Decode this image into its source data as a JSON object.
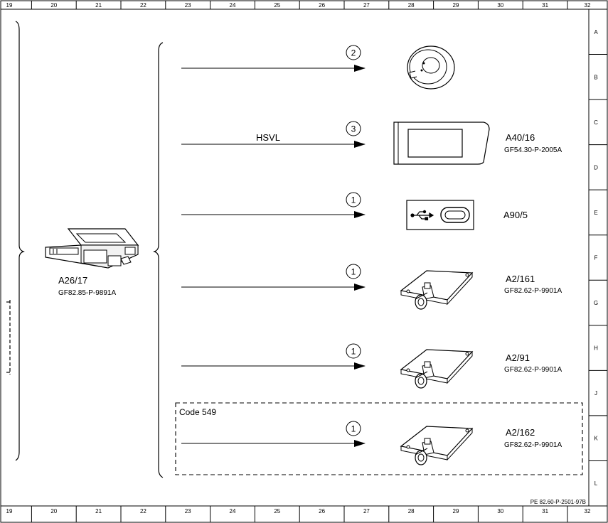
{
  "frame": {
    "columns": [
      "19",
      "20",
      "21",
      "22",
      "23",
      "24",
      "25",
      "26",
      "27",
      "28",
      "29",
      "30",
      "31",
      "32"
    ],
    "rows": [
      "A",
      "B",
      "C",
      "D",
      "E",
      "F",
      "G",
      "H",
      "J",
      "K",
      "L"
    ]
  },
  "source": {
    "name": "A26/17",
    "doc": "GF82.85-P-9891A"
  },
  "connections": [
    {
      "number": "2",
      "line_label": "",
      "component": "",
      "doc": "",
      "icon": "speaker-dome"
    },
    {
      "number": "3",
      "line_label": "HSVL",
      "component": "A40/16",
      "doc": "GF54.30-P-2005A",
      "icon": "display-unit"
    },
    {
      "number": "1",
      "line_label": "",
      "component": "A90/5",
      "doc": "",
      "icon": "usb-c-port"
    },
    {
      "number": "1",
      "line_label": "",
      "component": "A2/161",
      "doc": "GF82.62-P-9901A",
      "icon": "antenna-module"
    },
    {
      "number": "1",
      "line_label": "",
      "component": "A2/91",
      "doc": "GF82.62-P-9901A",
      "icon": "antenna-module"
    },
    {
      "number": "1",
      "line_label": "",
      "component": "A2/162",
      "doc": "GF82.62-P-9901A",
      "icon": "antenna-module"
    }
  ],
  "option_box": {
    "label": "Code 549"
  },
  "document_id": "PE 82.60-P-2501-97B"
}
